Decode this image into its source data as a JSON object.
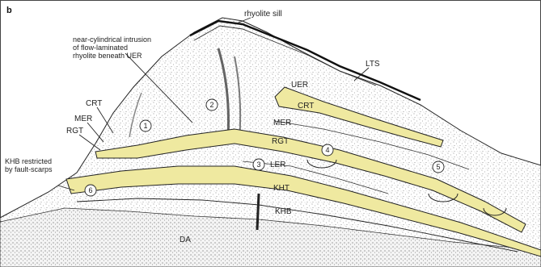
{
  "panel_label": "b",
  "labels": {
    "rhyolite_sill": "rhyolite sill",
    "intrusion_line1": "near-cylindrical intrusion",
    "intrusion_line2": "of flow-laminated",
    "intrusion_line3": "rhyolite beneath UER",
    "lts": "LTS",
    "uer": "UER",
    "crt_left": "CRT",
    "crt_band": "CRT",
    "mer_left": "MER",
    "mer_center": "MER",
    "rgt_left": "RGT",
    "rgt_center": "RGT",
    "ler": "LER",
    "khb_line1": "KHB restricted",
    "khb_line2": "by fault-scarps",
    "kht": "KHT",
    "khb": "KHB",
    "da": "DA"
  },
  "unit_numbers": [
    "1",
    "2",
    "3",
    "4",
    "5",
    "6"
  ],
  "colors": {
    "tuff_fill": "#efe9a0",
    "ink": "#222222"
  }
}
